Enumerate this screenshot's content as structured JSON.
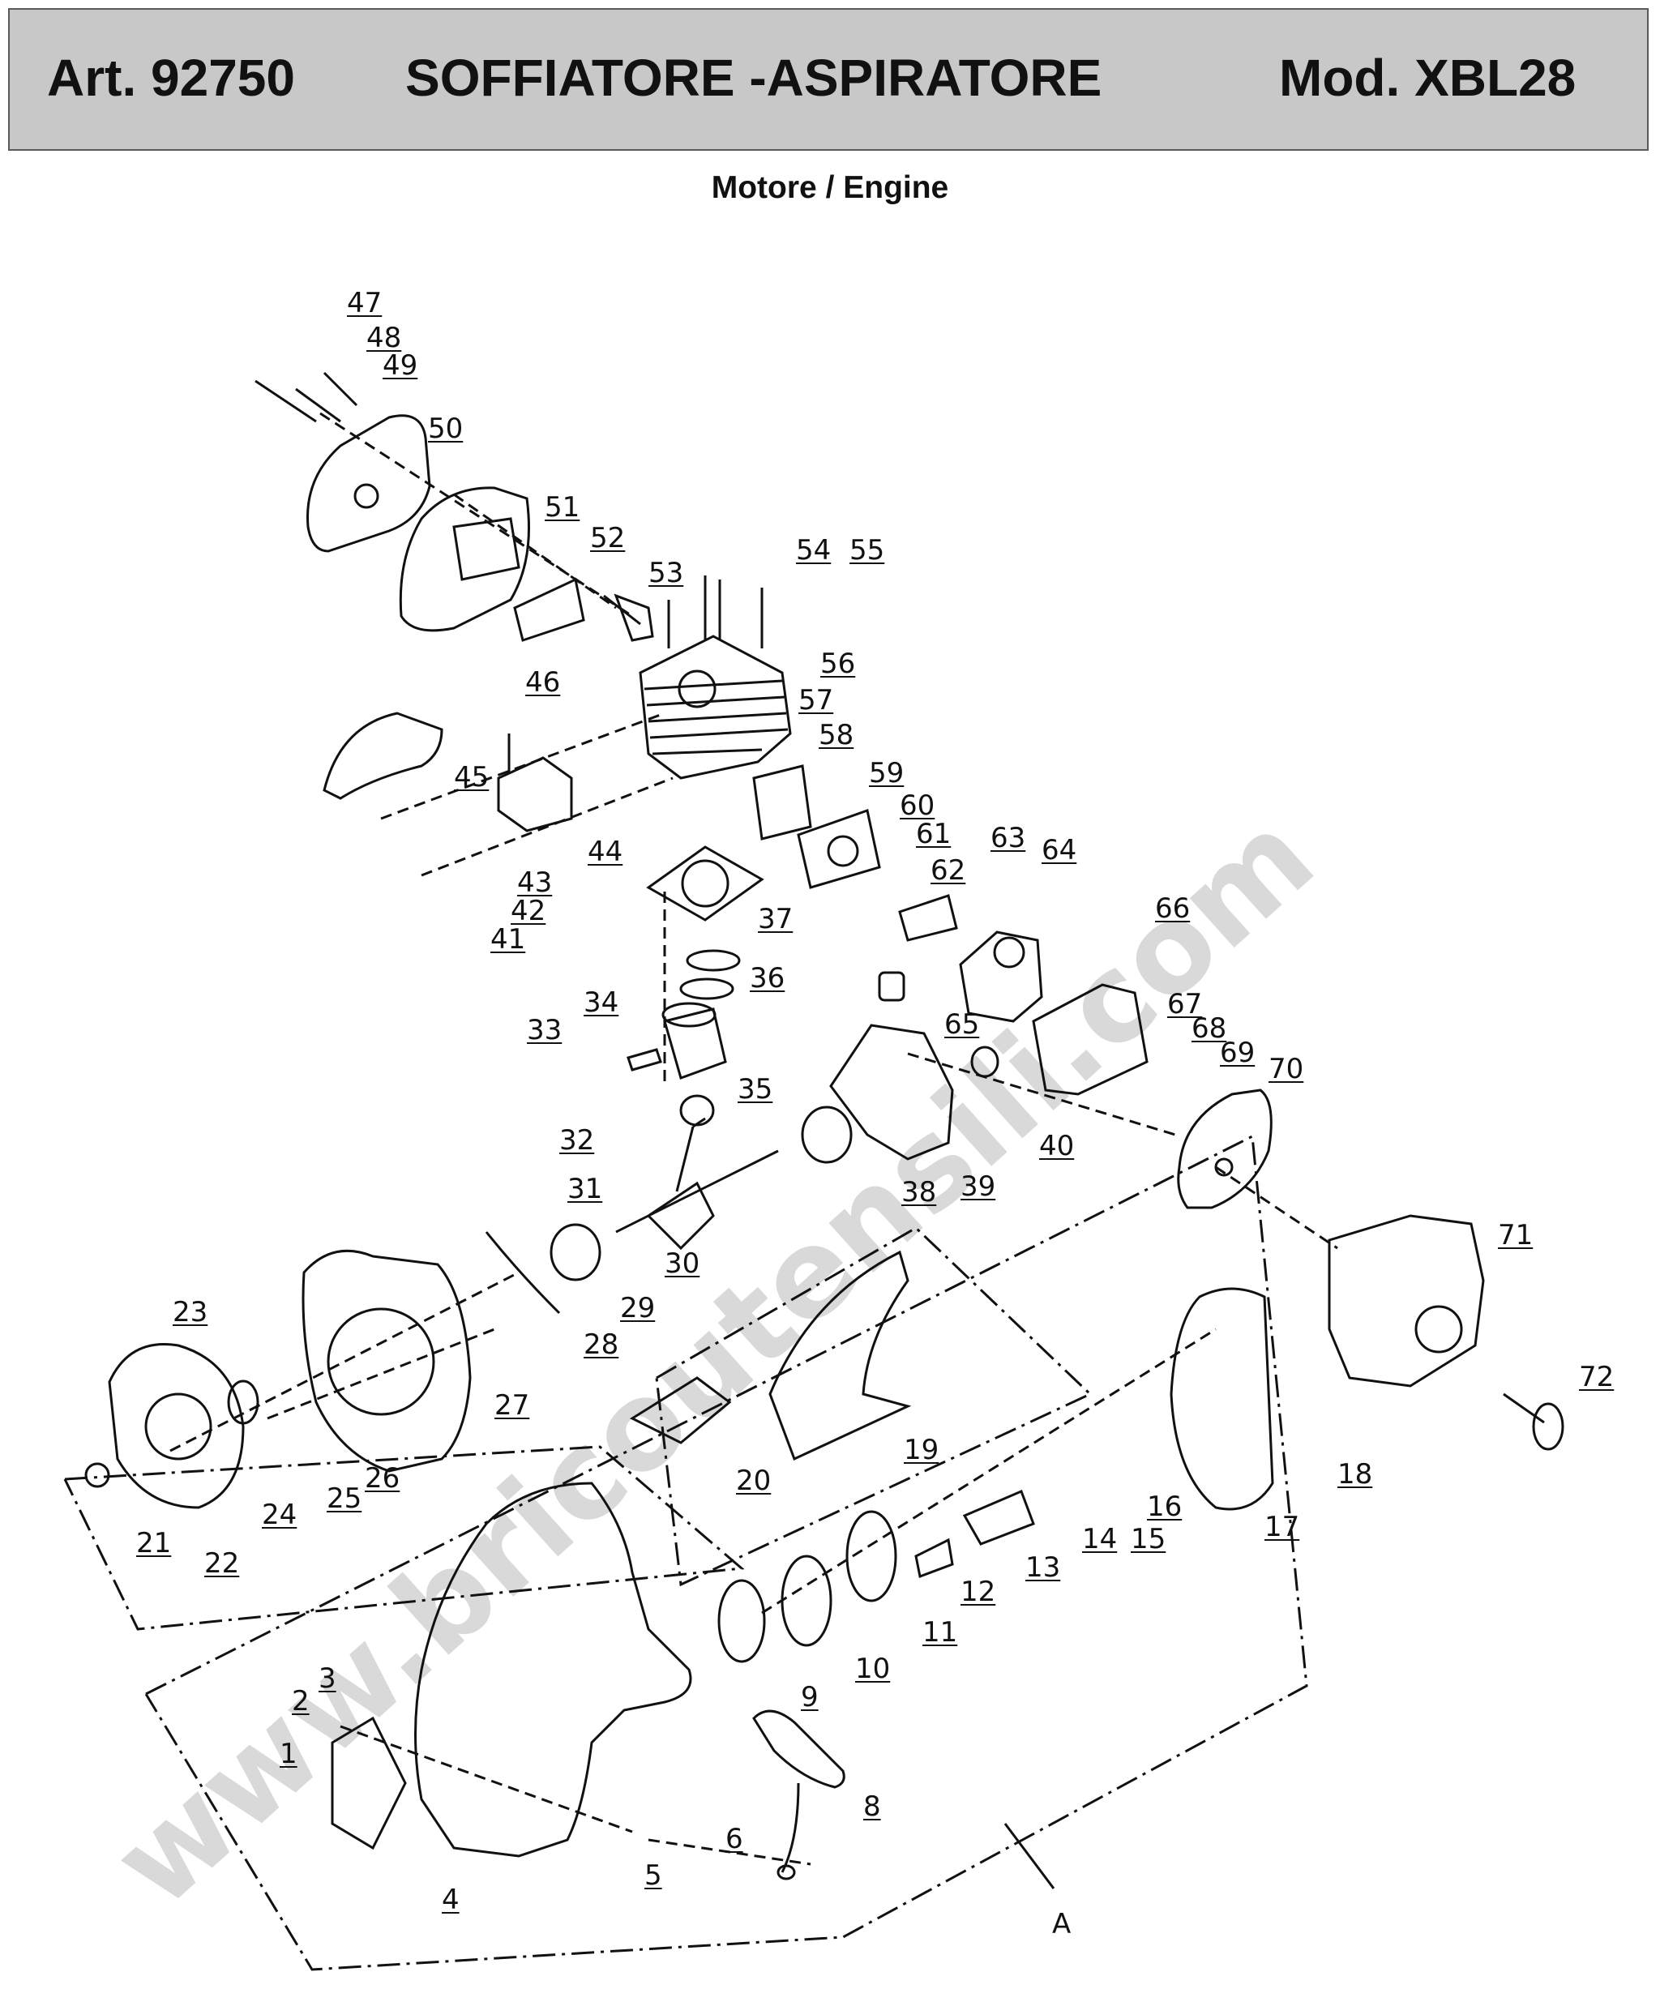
{
  "header": {
    "article": "Art. 92750",
    "product": "SOFFIATORE -ASPIRATORE",
    "model": "Mod. XBL28"
  },
  "subtitle": "Motore / Engine",
  "watermark": "www.bricoutensili.com",
  "diagram": {
    "group_label": "A",
    "part_numbers": [
      "1",
      "2",
      "3",
      "4",
      "5",
      "6",
      "8",
      "9",
      "10",
      "11",
      "12",
      "13",
      "14",
      "15",
      "16",
      "17",
      "18",
      "19",
      "20",
      "21",
      "22",
      "23",
      "24",
      "25",
      "26",
      "27",
      "28",
      "29",
      "30",
      "31",
      "32",
      "33",
      "34",
      "35",
      "36",
      "37",
      "38",
      "39",
      "40",
      "41",
      "42",
      "43",
      "44",
      "45",
      "46",
      "47",
      "48",
      "49",
      "50",
      "51",
      "52",
      "53",
      "54",
      "55",
      "56",
      "57",
      "58",
      "59",
      "60",
      "61",
      "62",
      "63",
      "64",
      "65",
      "66",
      "67",
      "68",
      "69",
      "70",
      "71",
      "72"
    ]
  },
  "colors": {
    "header_bg": "#c8c8c8",
    "ink": "#111111",
    "watermark": "#d9d9d9"
  }
}
